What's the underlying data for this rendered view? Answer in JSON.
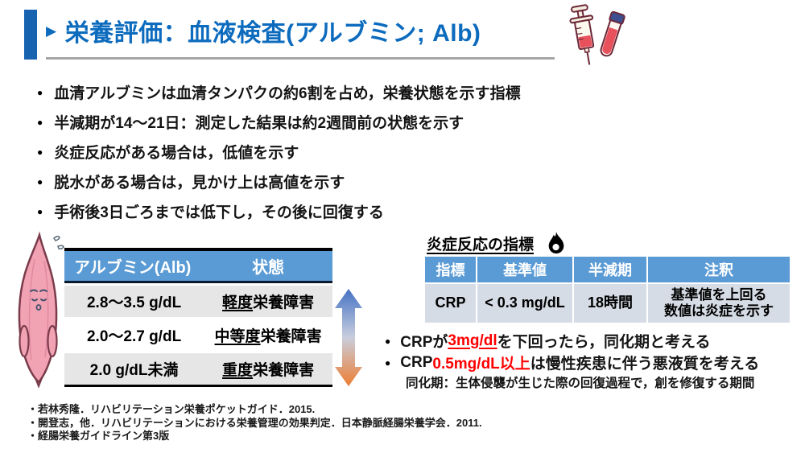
{
  "title": {
    "marker": "▶",
    "text": "栄養評価：血液検査(アルブミン; Alb)"
  },
  "bullet_marker": "●",
  "bullets": [
    "血清アルブミンは血清タンパクの約6割を占め，栄養状態を示す指標",
    "半減期が14～21日：測定した結果は約2週間前の状態を示す",
    "炎症反応がある場合は，低値を示す",
    "脱水がある場合は，見かけ上は高値を示す",
    "手術後3日ごろまでは低下し，その後に回復する"
  ],
  "albumin_table": {
    "headers": [
      "アルブミン(Alb)",
      "状態"
    ],
    "rows": [
      {
        "range": "2.8～3.5 g/dL",
        "status_emphasis": "軽度",
        "status_rest": "栄養障害"
      },
      {
        "range": "2.0～2.7 g/dL",
        "status_emphasis": "中等度",
        "status_rest": "栄養障害"
      },
      {
        "range": "2.0 g/dL未満",
        "status_emphasis": "重度",
        "status_rest": "栄養障害"
      }
    ]
  },
  "inflammation": {
    "heading": "炎症反応の指標",
    "table": {
      "headers": [
        "指標",
        "基準値",
        "半減期",
        "注釈"
      ],
      "row": {
        "indicator": "CRP",
        "reference": "< 0.3 mg/dL",
        "half_life": "18時間",
        "note_line1": "基準値を上回る",
        "note_line2": "数値は炎症を示す"
      }
    },
    "bullets": [
      {
        "pre": "CRPが",
        "red": "3mg/dl",
        "post": "を下回ったら，同化期と考える"
      },
      {
        "pre": "CRP",
        "red": "0.5mg/dL以上",
        "post": "は慢性疾患に伴う悪液質を考える"
      }
    ],
    "note": "同化期：生体侵襲が生じた際の回復過程で，創を修復する期間"
  },
  "references": [
    "・若林秀隆．リハビリテーション栄養ポケットガイド．2015.",
    "・開登志，他．リハビリテーションにおける栄養管理の効果判定．日本静脈経腸栄養学会．2011.",
    "・経腸栄養ガイドライン第3版"
  ],
  "colors": {
    "accent_blue": "#0D6BBE",
    "table_header_blue": "#5B9BD5",
    "row_gray": "#E7E6E6",
    "row_light_blue": "#D6DCE5",
    "highlight_red": "#FF0000",
    "underline_gray": "#A6A6A6",
    "arrow_blue": "#4472C4",
    "arrow_orange": "#ED7D31"
  }
}
